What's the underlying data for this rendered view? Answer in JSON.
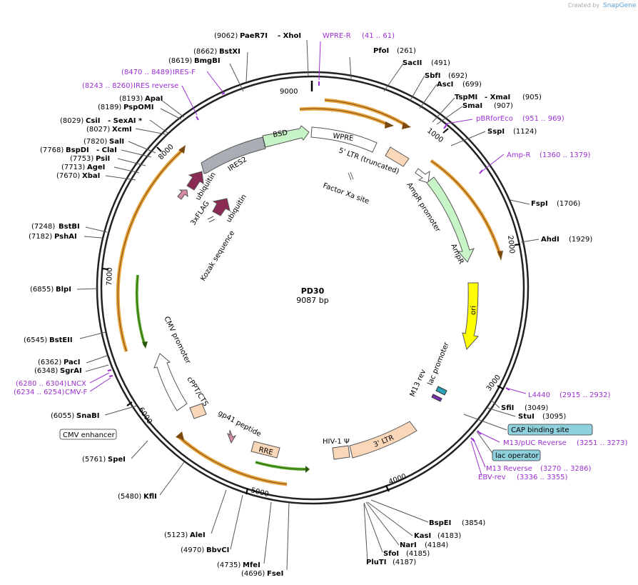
{
  "header": {
    "created_by": "Created by",
    "brand": "SnapGene"
  },
  "plasmid": {
    "name": "PD30",
    "length": "9087 bp"
  },
  "ticks": [
    {
      "label": "1000"
    },
    {
      "label": "2000"
    },
    {
      "label": "3000"
    },
    {
      "label": "4000"
    },
    {
      "label": "5000"
    },
    {
      "label": "6000"
    },
    {
      "label": "7000"
    },
    {
      "label": "8000"
    },
    {
      "label": "9000"
    }
  ],
  "sites": [
    {
      "pos": "(9062)",
      "name": "PaeR7I",
      "name2": "- XhoI"
    },
    {
      "pos": "(8662)",
      "name": "BstXI"
    },
    {
      "pos": "(8619)",
      "name": "BmgBI"
    },
    {
      "pos": "(8193)",
      "name": "ApaI"
    },
    {
      "pos": "(8189)",
      "name": "PspOMI"
    },
    {
      "pos": "(8029)",
      "name": "CsiI",
      "name2": "- SexAI *"
    },
    {
      "pos": "(8027)",
      "name": "XcmI"
    },
    {
      "pos": "(7820)",
      "name": "SalI"
    },
    {
      "pos": "(7768)",
      "name": "BspDI",
      "name2": "- ClaI"
    },
    {
      "pos": "(7753)",
      "name": "PsiI"
    },
    {
      "pos": "(7713)",
      "name": "AgeI"
    },
    {
      "pos": "(7670)",
      "name": "XbaI"
    },
    {
      "pos": "(7248)",
      "name": "BstBI"
    },
    {
      "pos": "(7182)",
      "name": "PshAI"
    },
    {
      "pos": "(6855)",
      "name": "BlpI"
    },
    {
      "pos": "(6545)",
      "name": "BstEII"
    },
    {
      "pos": "(6362)",
      "name": "PacI"
    },
    {
      "pos": "(6348)",
      "name": "SgrAI"
    },
    {
      "pos": "(6055)",
      "name": "SnaBI"
    },
    {
      "pos": "(5761)",
      "name": "SpeI"
    },
    {
      "pos": "(5480)",
      "name": "KflI"
    },
    {
      "pos": "(5123)",
      "name": "AleI"
    },
    {
      "pos": "(4970)",
      "name": "BbvCI"
    },
    {
      "pos": "(4735)",
      "name": "MfeI"
    },
    {
      "pos": "(4696)",
      "name": "FseI"
    },
    {
      "name": "PfoI",
      "pos": "(261)"
    },
    {
      "name": "SacII",
      "pos": "(491)"
    },
    {
      "name": "SbfI",
      "pos": "(692)"
    },
    {
      "name": "AscI",
      "pos": "(699)"
    },
    {
      "name": "TspMI",
      "name2": "- XmaI",
      "pos": "(905)"
    },
    {
      "name": "SmaI",
      "pos": "(907)"
    },
    {
      "name": "SspI",
      "pos": "(1124)"
    },
    {
      "name": "FspI",
      "pos": "(1706)"
    },
    {
      "name": "AhdI",
      "pos": "(1929)"
    },
    {
      "name": "SfiI",
      "pos": "(3049)"
    },
    {
      "name": "StuI",
      "pos": "(3095)"
    },
    {
      "name": "BspEI",
      "pos": "(3854)"
    },
    {
      "name": "KasI",
      "pos": "(4183)"
    },
    {
      "name": "NarI",
      "pos": "(4184)"
    },
    {
      "name": "SfoI",
      "pos": "(4185)"
    },
    {
      "name": "PluTI",
      "pos": "(4187)"
    }
  ],
  "primers": [
    {
      "name": "WPRE-R",
      "range": "(41 .. 61)"
    },
    {
      "name": "IRES-F",
      "range": "(8470 .. 8489)"
    },
    {
      "name": "IRES reverse",
      "range": "(8243 .. 8260)"
    },
    {
      "name": "pBRforEco",
      "range": "(951 .. 969)"
    },
    {
      "name": "Amp-R",
      "range": "(1360 .. 1379)"
    },
    {
      "name": "L4440",
      "range": "(2915 .. 2932)"
    },
    {
      "name": "M13/pUC Reverse",
      "range": "(3251 .. 3273)"
    },
    {
      "name": "M13 Reverse",
      "range": "(3270 .. 3286)"
    },
    {
      "name": "EBV-rev",
      "range": "(3336 .. 3355)"
    },
    {
      "name": "LNCX",
      "range": "(6280 .. 6304)"
    },
    {
      "name": "CMV-F",
      "range": "(6234 .. 6254)"
    }
  ],
  "boxed_labels": {
    "cap": "CAP binding site",
    "lac": "lac operator",
    "cmv_enh": "CMV enhancer"
  },
  "features": {
    "bsd": "BSD",
    "wpre": "WPRE",
    "ltr5": "5' LTR (truncated)",
    "factor_xa": "Factor Xa site",
    "ampr_promoter": "AmpR promoter",
    "ampr": "AmpR",
    "ori": "ori",
    "lac_promoter": "lac promoter",
    "m13rev": "M13 rev",
    "ires2": "IRES2",
    "ubiquitin1": "ubiquitin",
    "ubiquitin2": "ubiquitin",
    "flag3x": "3xFLAG",
    "kozak": "Kozak sequence",
    "cmv_promoter": "CMV promoter",
    "cppt": "cPPT/CTS",
    "gp41": "gp41 peptide",
    "rre": "RRE",
    "hiv_psi": "HIV-1 Ψ",
    "ltr3": "3' LTR"
  },
  "colors": {
    "orange_arc": "#e8a33c",
    "green_arc": "#5cae2b",
    "bsd_fill": "#c8f5c8",
    "ampr_fill": "#c8f5c8",
    "ori_fill": "#ffff00",
    "ires_fill": "#a9aeb4",
    "ubiquitin_fill": "#8b2a52",
    "ltr_fill": "#f9d7b8",
    "primer": "#9b30d0",
    "box_fill": "#8ed0dc"
  }
}
